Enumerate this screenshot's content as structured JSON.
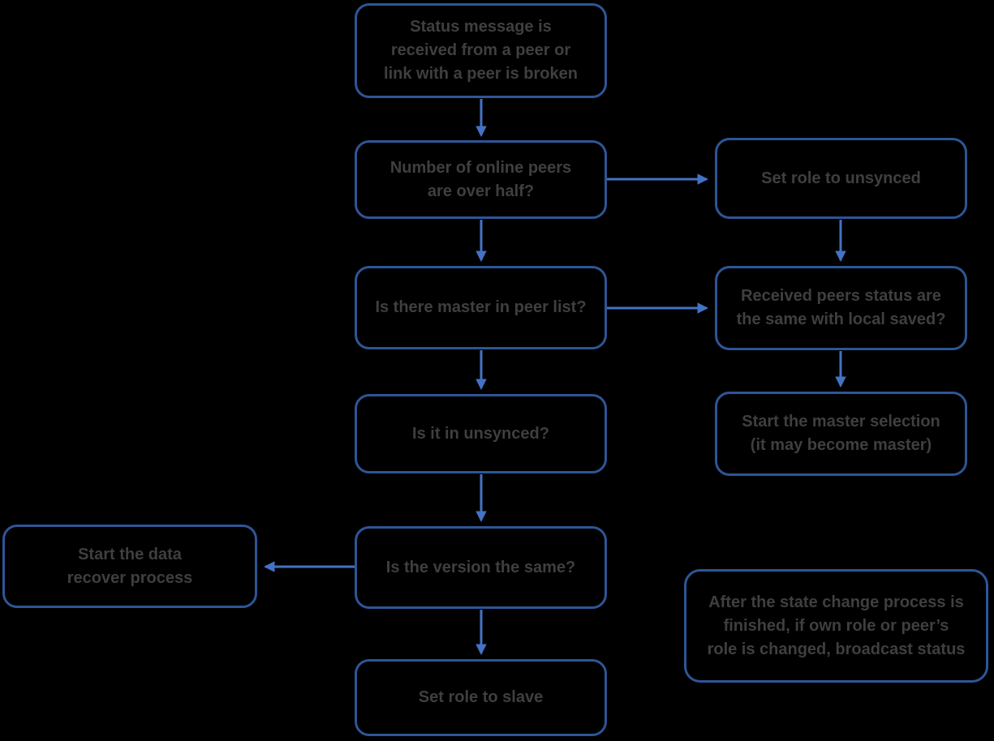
{
  "diagram": {
    "background_color": "#000000",
    "node_border_color": "#2E5597",
    "arrow_color": "#4472C4",
    "text_color": "#3F3F3F",
    "nodes": {
      "start": {
        "label": "Status message is\nreceived from a peer or\nlink with a peer is broken"
      },
      "peers_over_half": {
        "label": "Number of online peers\nare over half?"
      },
      "set_role_unsynced": {
        "label": "Set role to unsynced"
      },
      "master_in_peer_list": {
        "label": "Is there master in peer list?"
      },
      "received_peers_status": {
        "label": "Received peers status are\nthe same with local saved?"
      },
      "is_it_in_unsynced": {
        "label": "Is it in unsynced?"
      },
      "start_master_selection": {
        "label": "Start the master selection\n(it may become master)"
      },
      "is_version_same": {
        "label": "Is the version the same?"
      },
      "start_data_recover": {
        "label": "Start the data\nrecover process"
      },
      "set_role_slave": {
        "label": "Set role to slave"
      },
      "broadcast_note": {
        "label": "After the state change process is\nfinished, if own role or peer’s\nrole is changed, broadcast status"
      }
    },
    "edges": [
      {
        "from": "start",
        "to": "peers_over_half"
      },
      {
        "from": "peers_over_half",
        "to": "set_role_unsynced"
      },
      {
        "from": "peers_over_half",
        "to": "master_in_peer_list"
      },
      {
        "from": "set_role_unsynced",
        "to": "received_peers_status"
      },
      {
        "from": "master_in_peer_list",
        "to": "received_peers_status"
      },
      {
        "from": "master_in_peer_list",
        "to": "is_it_in_unsynced"
      },
      {
        "from": "received_peers_status",
        "to": "start_master_selection"
      },
      {
        "from": "is_it_in_unsynced",
        "to": "is_version_same"
      },
      {
        "from": "is_version_same",
        "to": "start_data_recover"
      },
      {
        "from": "is_version_same",
        "to": "set_role_slave"
      }
    ]
  }
}
